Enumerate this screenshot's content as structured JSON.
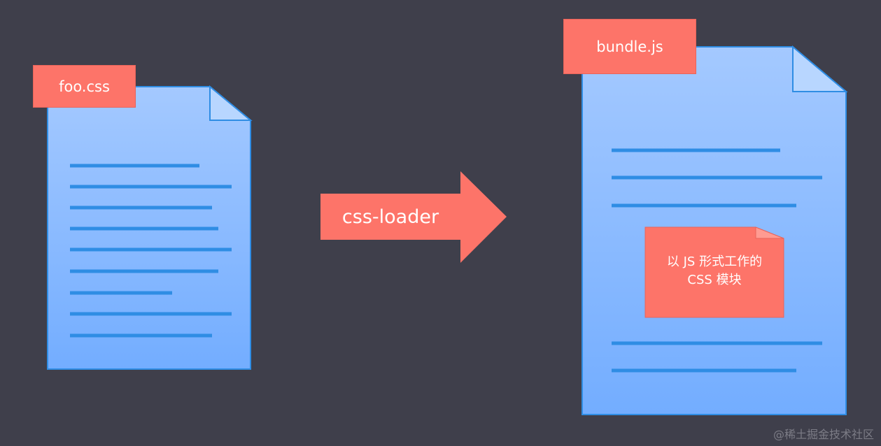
{
  "source_file": {
    "label": "foo.css"
  },
  "transform": {
    "label": "css-loader"
  },
  "output_file": {
    "label": "bundle.js",
    "module_line1": "以 JS 形式工作的",
    "module_line2": "CSS 模块"
  },
  "watermark": "@稀土掘金技术社区",
  "colors": {
    "background": "#3f3f4b",
    "accent": "#fd7469",
    "doc_top": "#a4c9ff",
    "doc_bottom": "#73adff",
    "doc_border": "#2f8de4",
    "line": "#2f8de4"
  }
}
